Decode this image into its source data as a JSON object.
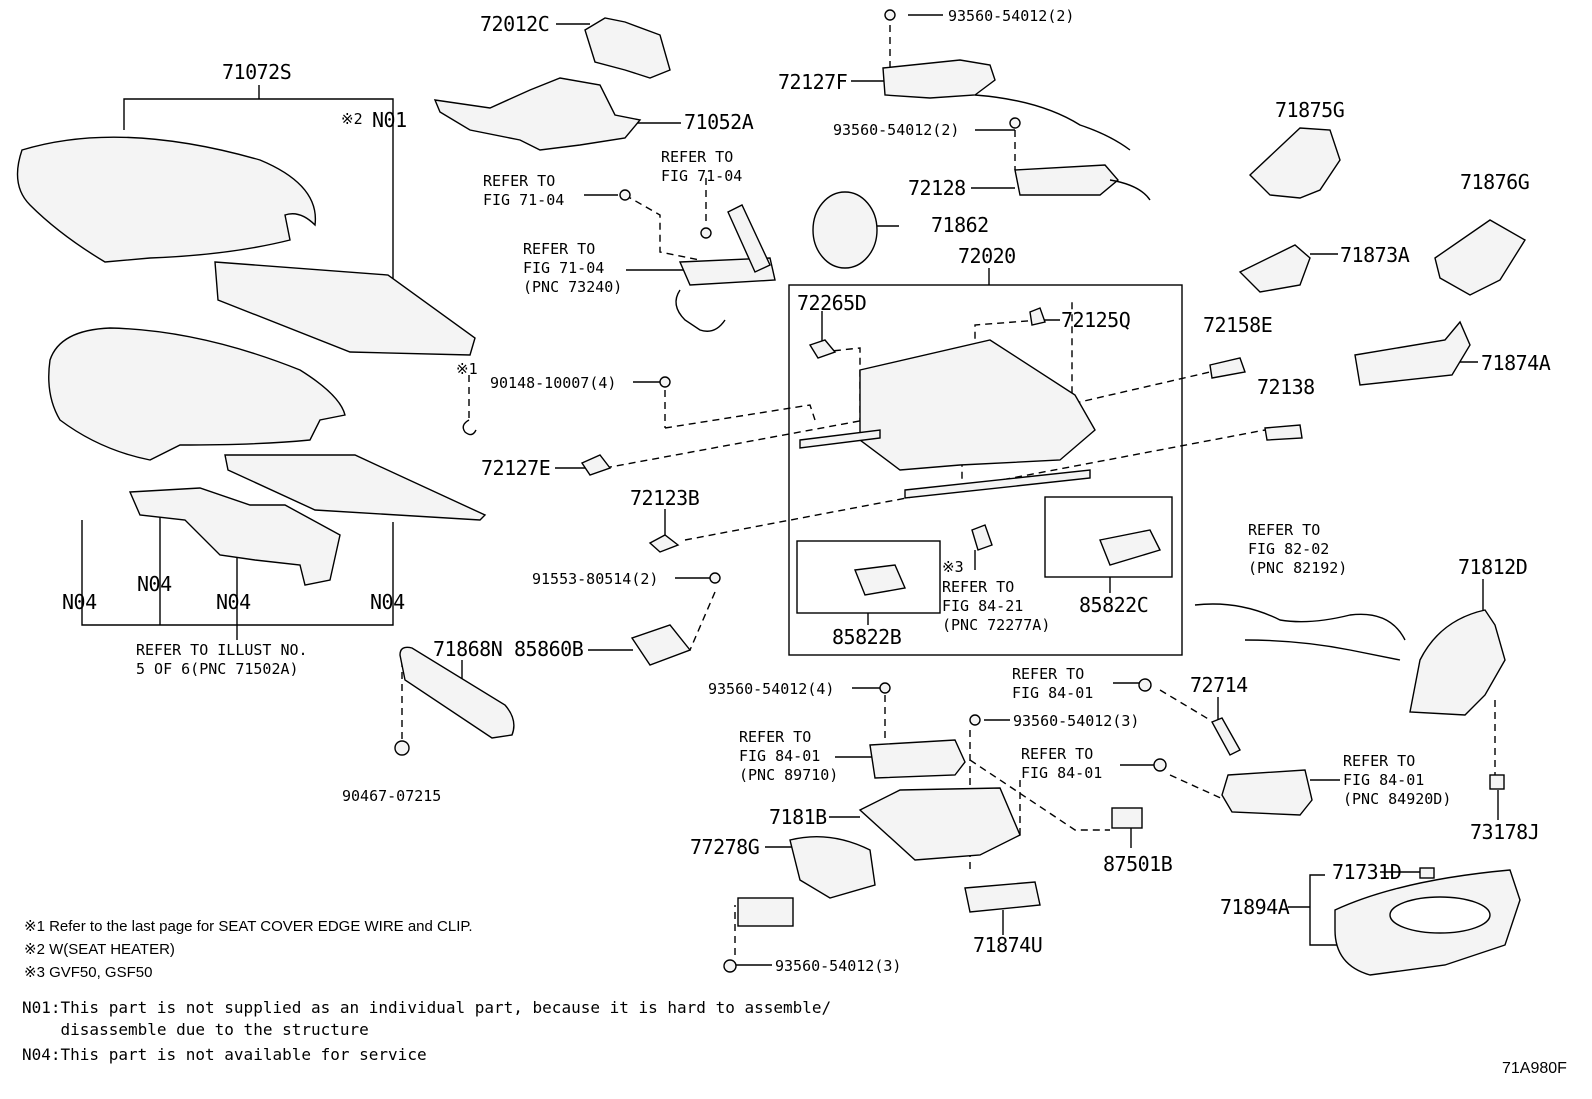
{
  "labels": {
    "l_71072S": "71072S",
    "l_72012C": "72012C",
    "l_93560_a": "93560-54012(2)",
    "l_72127F": "72127F",
    "l_93560_b": "93560-54012(2)",
    "l_71052A": "71052A",
    "l_71875G": "71875G",
    "l_71876G": "71876G",
    "l_72128": "72128",
    "l_71862": "71862",
    "l_72020": "72020",
    "l_71873A": "71873A",
    "l_72265D": "72265D",
    "l_72125Q": "72125Q",
    "l_72158E": "72158E",
    "l_71874A": "71874A",
    "l_90148": "90148-10007(4)",
    "l_72138": "72138",
    "l_72127E": "72127E",
    "l_72123B": "72123B",
    "l_91553": "91553-80514(2)",
    "l_85822B": "85822B",
    "l_85822C": "85822C",
    "l_71812D": "71812D",
    "l_85860B": "85860B",
    "l_71868N": "71868N",
    "l_90467": "90467-07215",
    "l_93560_c": "93560-54012(4)",
    "l_93560_d": "93560-54012(3)",
    "l_72714": "72714",
    "l_7181B": "7181B",
    "l_77278G": "77278G",
    "l_87501B": "87501B",
    "l_73178J": "73178J",
    "l_71731D": "71731D",
    "l_71894A": "71894A",
    "l_71874U": "71874U",
    "l_93560_e": "93560-54012(3)",
    "l_N01": "N01",
    "l_N04_1": "N04",
    "l_N04_2": "N04",
    "l_N04_3": "N04",
    "l_N04_4": "N04",
    "l_mark2": "※2",
    "l_mark1": "※1",
    "l_mark3": "※3"
  },
  "refs": {
    "ref_a_1": "REFER TO",
    "ref_a_2": "FIG 71-04",
    "ref_b_1": "REFER TO",
    "ref_b_2": "FIG 71-04",
    "ref_c_1": "REFER TO",
    "ref_c_2": "FIG 71-04",
    "ref_c_3": "(PNC 73240)",
    "ref_d_1": "REFER TO ILLUST NO.",
    "ref_d_2": "5 OF 6(PNC 71502A)",
    "ref_e_1": "REFER TO",
    "ref_e_2": "FIG 84-21",
    "ref_e_3": "(PNC 72277A)",
    "ref_f_1": "REFER TO",
    "ref_f_2": "FIG 82-02",
    "ref_f_3": "(PNC 82192)",
    "ref_g_1": "REFER TO",
    "ref_g_2": "FIG 84-01",
    "ref_h_1": "REFER TO",
    "ref_h_2": "FIG 84-01",
    "ref_h_3": "(PNC 89710)",
    "ref_i_1": "REFER TO",
    "ref_i_2": "FIG 84-01",
    "ref_j_1": "REFER TO",
    "ref_j_2": "FIG 84-01",
    "ref_j_3": "(PNC 84920D)"
  },
  "footnotes": {
    "fn1": "※1 Refer to the last page for SEAT COVER EDGE WIRE and CLIP.",
    "fn2": "※2 W(SEAT HEATER)",
    "fn3": "※3 GVF50, GSF50"
  },
  "notes": {
    "n01": "N01:This part is not supplied as an individual part, because it is hard to assemble/\n    disassemble due to the structure",
    "n04": "N04:This part is not available for service"
  },
  "figure_code": "71A980F",
  "colors": {
    "ink": "#000000",
    "part_fill": "#f4f4f4",
    "background": "#ffffff"
  }
}
